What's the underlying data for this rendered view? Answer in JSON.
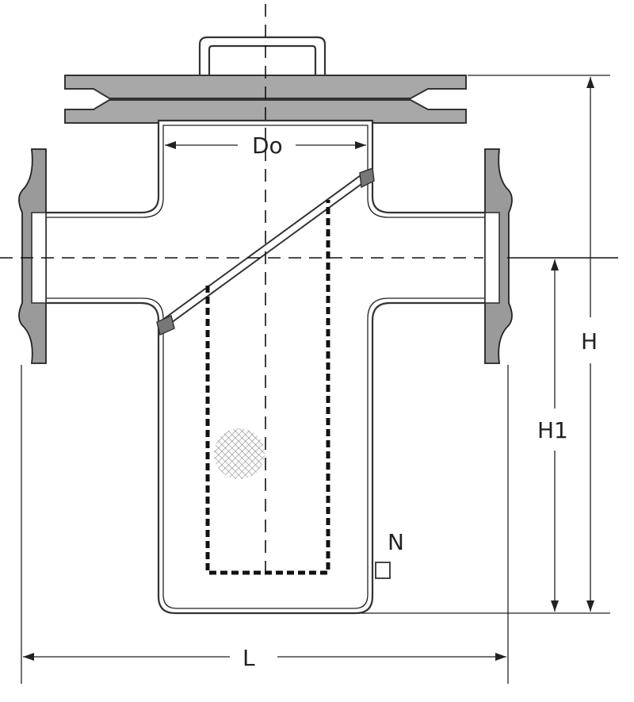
{
  "labels": {
    "do": "Do",
    "h": "H",
    "h1": "H1",
    "n": "N",
    "l": "L"
  },
  "colors": {
    "flange": "#9a9a9a",
    "cover": "#a8a8a8",
    "line": "#222222",
    "mesh": "#8c8c8c"
  }
}
